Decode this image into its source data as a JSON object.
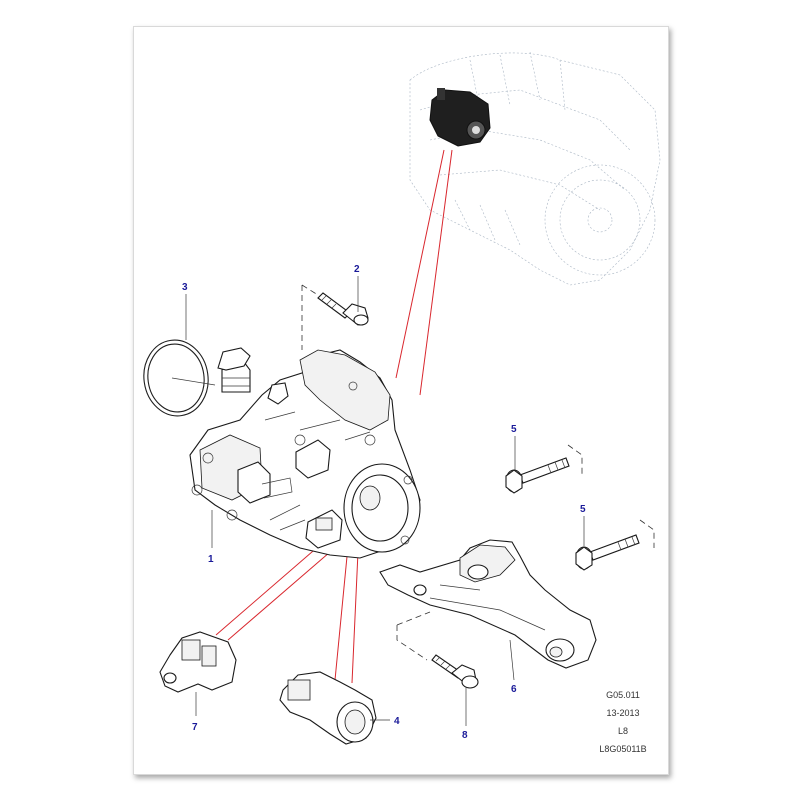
{
  "callouts": {
    "c1": "1",
    "c2": "2",
    "c3": "3",
    "c4": "4",
    "c5a": "5",
    "c5b": "5",
    "c6": "6",
    "c7": "7",
    "c8": "8"
  },
  "reference": {
    "code": "G05.011",
    "date": "13-2013",
    "variant": "L8",
    "drawing_id": "L8G05011B"
  },
  "colors": {
    "callout": "#1a1a99",
    "leader": "#d9272e",
    "line": "#1e1e1e"
  }
}
